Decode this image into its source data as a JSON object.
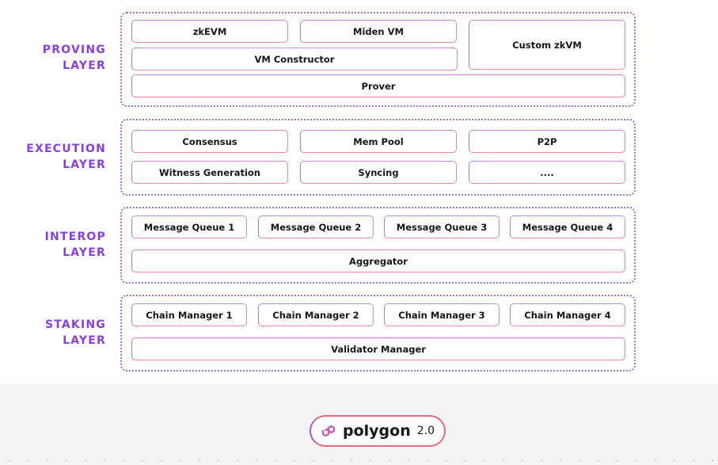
{
  "layers": [
    {
      "title_line1": "PROVING",
      "title_line2": "LAYER",
      "boxes": [
        "zkEVM",
        "Miden VM",
        "Custom zkVM",
        "VM Constructor",
        "Prover"
      ]
    },
    {
      "title_line1": "EXECUTION",
      "title_line2": "LAYER",
      "boxes": [
        "Consensus",
        "Mem Pool",
        "P2P",
        "Witness Generation",
        "Syncing",
        "...."
      ]
    },
    {
      "title_line1": "INTEROP",
      "title_line2": "LAYER",
      "boxes": [
        "Message Queue 1",
        "Message Queue 2",
        "Message Queue 3",
        "Message Queue 4",
        "Aggregator"
      ]
    },
    {
      "title_line1": "STAKING",
      "title_line2": "LAYER",
      "boxes": [
        "Chain Manager 1",
        "Chain Manager 2",
        "Chain Manager 3",
        "Chain Manager 4",
        "Validator Manager"
      ]
    }
  ],
  "footer": {
    "logo_icon": "polygon-logo-icon",
    "brand": "polygon",
    "version": "2.0"
  },
  "colors": {
    "label_purple": "#8a3fe0",
    "border_pink": "#e88a98",
    "border_purple": "#9a6cf2",
    "footer_bg": "#f3f3f3"
  }
}
